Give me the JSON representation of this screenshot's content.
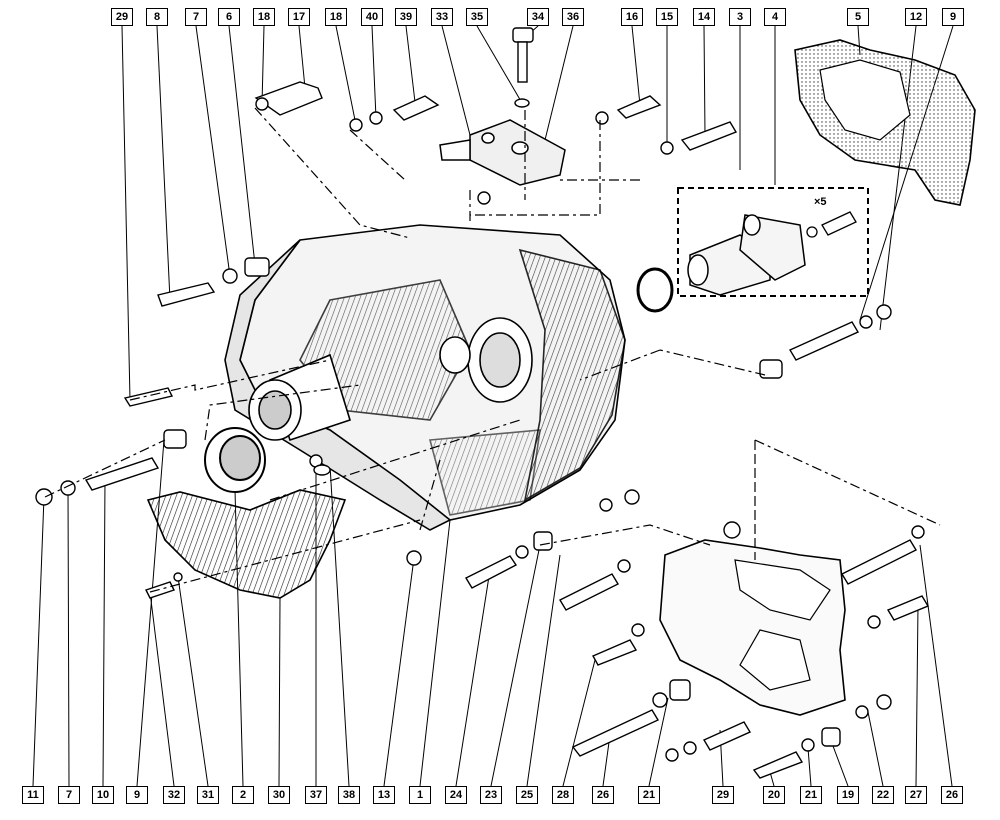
{
  "top_callouts": [
    "29",
    "8",
    "7",
    "6",
    "18",
    "17",
    "18",
    "40",
    "39",
    "33",
    "35",
    "34",
    "36",
    "16",
    "15",
    "14",
    "3",
    "4",
    "5",
    "12",
    "9"
  ],
  "bottom_callouts": [
    "11",
    "7",
    "10",
    "9",
    "32",
    "31",
    "2",
    "30",
    "37",
    "38",
    "13",
    "1",
    "24",
    "23",
    "25",
    "28",
    "26",
    "21",
    "29",
    "20",
    "21",
    "19",
    "22",
    "27",
    "26"
  ],
  "multiplier_note": "×5",
  "colors": {
    "line": "#000000",
    "callout_border": "#000000",
    "background": "#ffffff",
    "hatch": "#222222"
  }
}
